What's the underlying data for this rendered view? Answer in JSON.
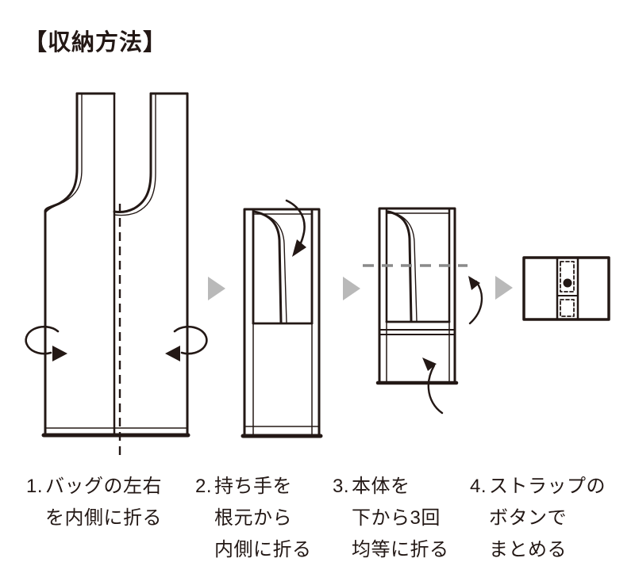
{
  "title": "【収納方法】",
  "steps": [
    {
      "number": "1.",
      "lines": [
        "バッグの左右",
        "を内側に折る"
      ],
      "illustration": "open-bag-front-with-center-fold-line-and-inward-curl-arrows"
    },
    {
      "number": "2.",
      "lines": [
        "持ち手を",
        "根元から",
        "内側に折る"
      ],
      "illustration": "narrow-folded-bag-with-handle-and-fold-down-arrow"
    },
    {
      "number": "3.",
      "lines": [
        "本体を",
        "下から3回",
        "均等に折る"
      ],
      "illustration": "bag-folding-up-from-bottom-with-gray-fold-guide-line"
    },
    {
      "number": "4.",
      "lines": [
        "ストラップの",
        "ボタンで",
        "まとめる"
      ],
      "illustration": "folded-bundle-secured-by-strap-with-button"
    }
  ],
  "separator_icon": "gray-right-triangle-arrow",
  "colors": {
    "line": "#231815",
    "gray_arrow": "#b9b9b9",
    "fold_guide_dash": "#8a8a8a",
    "background": "#ffffff"
  }
}
